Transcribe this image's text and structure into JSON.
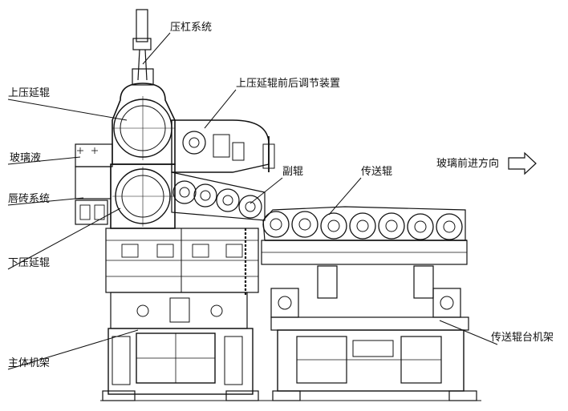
{
  "labels": {
    "pressure_rod_system": "压杠系统",
    "upper_roller": "上压延辊",
    "upper_roller_adjuster": "上压延辊前后调节装置",
    "glass_liquid": "玻璃液",
    "lip_brick_system": "唇砖系统",
    "lower_roller": "下压延辊",
    "main_frame": "主体机架",
    "auxiliary_roller": "副辊",
    "transfer_roller": "传送辊",
    "glass_direction": "玻璃前进方向",
    "transfer_roller_frame": "传送辊台机架"
  },
  "colors": {
    "line": "#111111",
    "background": "#ffffff"
  }
}
